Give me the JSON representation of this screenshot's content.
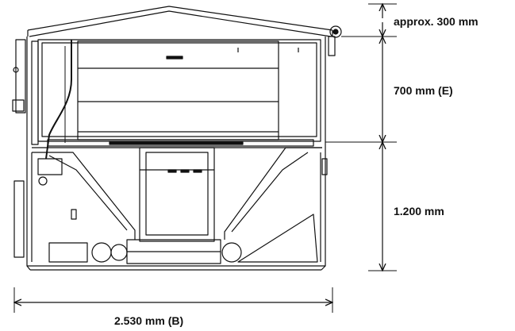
{
  "dimensions": {
    "top_clearance": "approx. 300 mm",
    "upper_section": "700 mm (E)",
    "lower_section": "1.200 mm",
    "width": "2.530 mm (B)"
  }
}
